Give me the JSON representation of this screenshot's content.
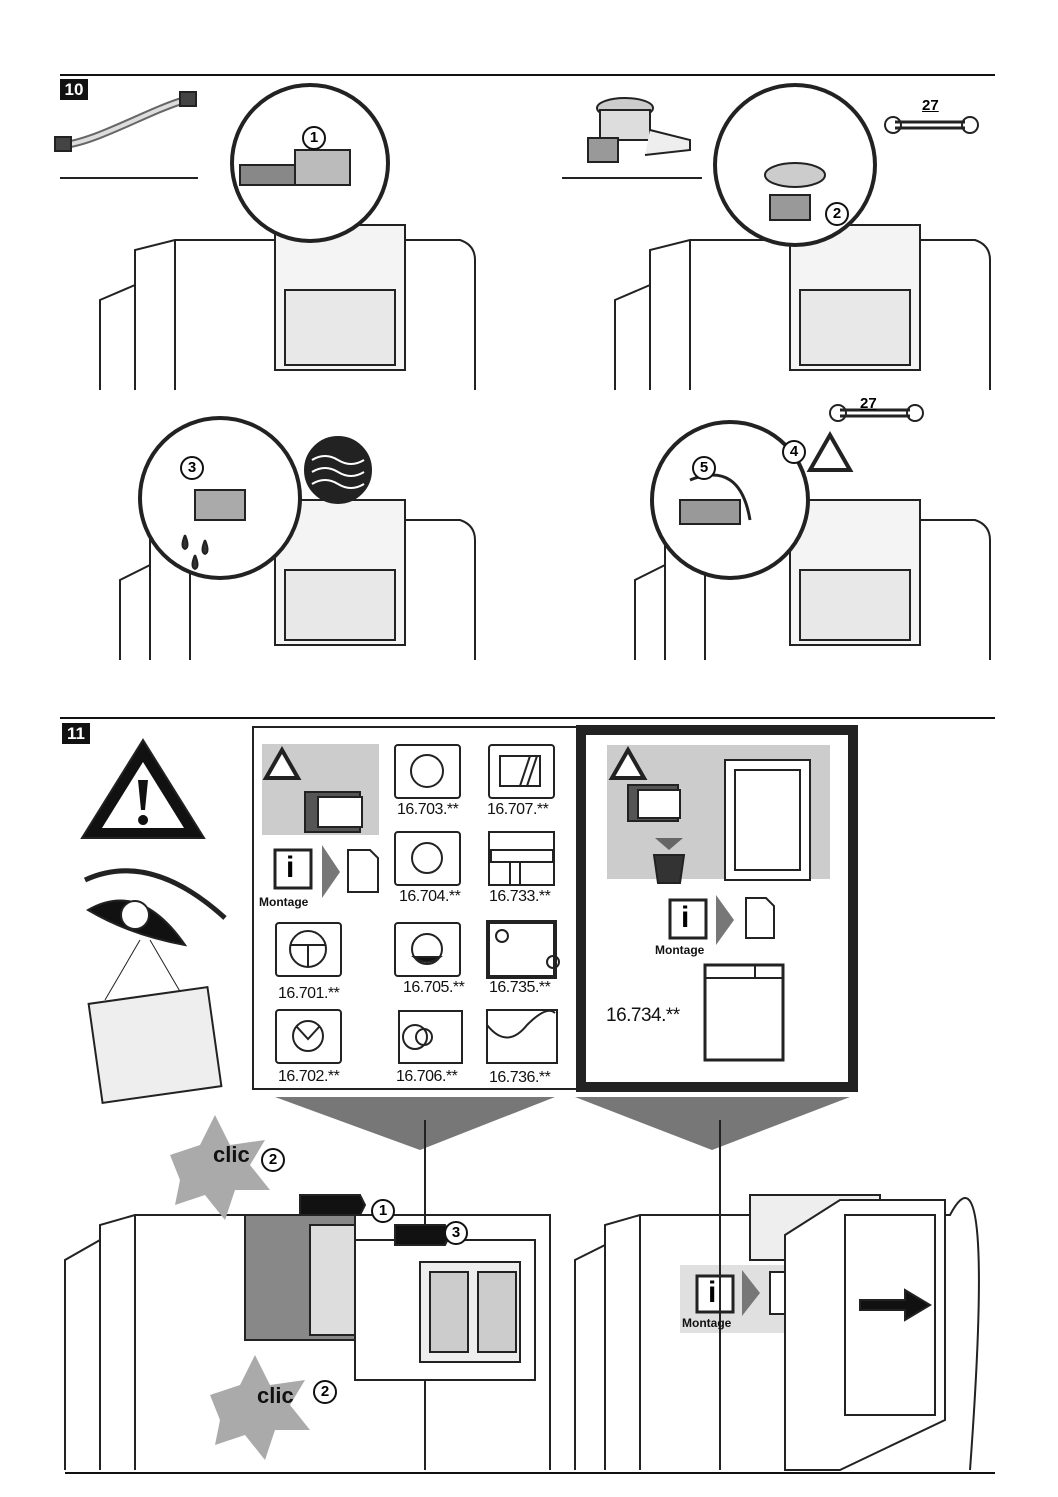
{
  "step10": {
    "number": "10",
    "wrench_size_1": "27",
    "wrench_size_2": "27",
    "callouts": [
      "1",
      "2",
      "3",
      "4",
      "5"
    ]
  },
  "step11": {
    "number": "11",
    "info_label_1": "Montage",
    "info_label_2": "Montage",
    "info_label_3": "Montage",
    "plates": [
      "16.703.**",
      "16.707.**",
      "16.704.**",
      "16.733.**",
      "16.701.**",
      "16.705.**",
      "16.735.**",
      "16.702.**",
      "16.706.**",
      "16.736.**"
    ],
    "special_plate": "16.734.**",
    "clic_1": "clic",
    "clic_2": "clic",
    "callouts": [
      "2",
      "1",
      "3",
      "2"
    ]
  }
}
